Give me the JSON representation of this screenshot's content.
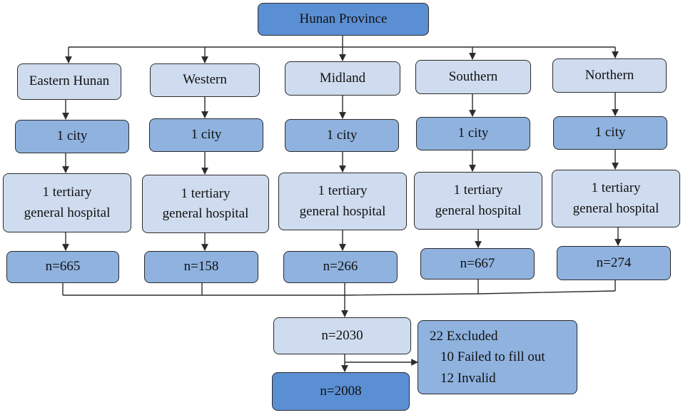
{
  "root": {
    "label": "Hunan Province"
  },
  "regions": [
    {
      "name": "Eastern Hunan",
      "city": "1 city",
      "hospital_line1": "1 tertiary",
      "hospital_line2": "general hospital",
      "n": "n=665"
    },
    {
      "name": "Western",
      "city": "1 city",
      "hospital_line1": "1 tertiary",
      "hospital_line2": "general hospital",
      "n": "n=158"
    },
    {
      "name": "Midland",
      "city": "1 city",
      "hospital_line1": "1 tertiary",
      "hospital_line2": "general hospital",
      "n": "n=266"
    },
    {
      "name": "Southern",
      "city": "1 city",
      "hospital_line1": "1 tertiary",
      "hospital_line2": "general hospital",
      "n": "n=667"
    },
    {
      "name": "Northern",
      "city": "1 city",
      "hospital_line1": "1 tertiary",
      "hospital_line2": "general hospital",
      "n": "n=274"
    }
  ],
  "total": {
    "label": "n=2030"
  },
  "final": {
    "label": "n=2008"
  },
  "excluded": {
    "title": "22 Excluded",
    "reasons": [
      "10 Failed to fill out",
      "12 Invalid"
    ]
  },
  "colors": {
    "light_fill": "#cfdcef",
    "mid_fill": "#8fb2df",
    "dark_fill": "#5b8fd4",
    "line": "#2b2b2b"
  }
}
